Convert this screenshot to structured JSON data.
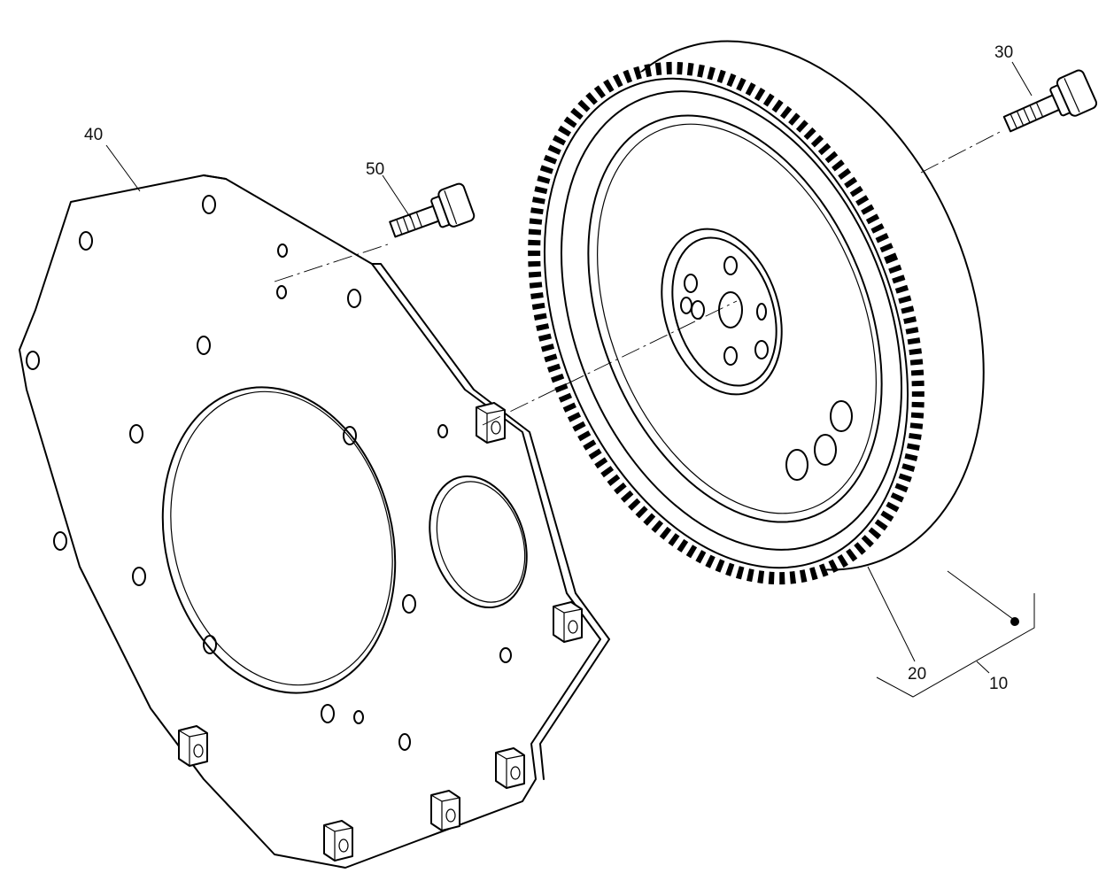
{
  "diagram": {
    "type": "exploded-parts-view",
    "subject": "Flywheel and engine adapter plate assembly",
    "callouts": [
      {
        "id": "10",
        "label": "10",
        "part": "flywheel assembly (bracket group)"
      },
      {
        "id": "20",
        "label": "20",
        "part": "ring gear"
      },
      {
        "id": "30",
        "label": "30",
        "part": "flywheel bolt"
      },
      {
        "id": "40",
        "label": "40",
        "part": "adapter plate"
      },
      {
        "id": "50",
        "label": "50",
        "part": "plate bolt"
      }
    ]
  },
  "labels": {
    "l10": "10",
    "l20": "20",
    "l30": "30",
    "l40": "40",
    "l50": "50"
  }
}
